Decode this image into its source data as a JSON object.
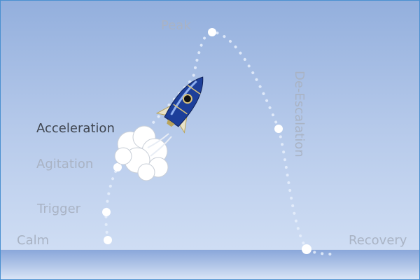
{
  "stages": {
    "calm": "Calm",
    "trigger": "Trigger",
    "agitation": "Agitation",
    "acceleration": "Acceleration",
    "peak": "Peak",
    "de_escalation": "De-Escalation",
    "recovery": "Recovery"
  },
  "colors": {
    "rocket": "#1d3f9a",
    "highlight_label": "#3f4550",
    "label": "#a9b3c4"
  }
}
